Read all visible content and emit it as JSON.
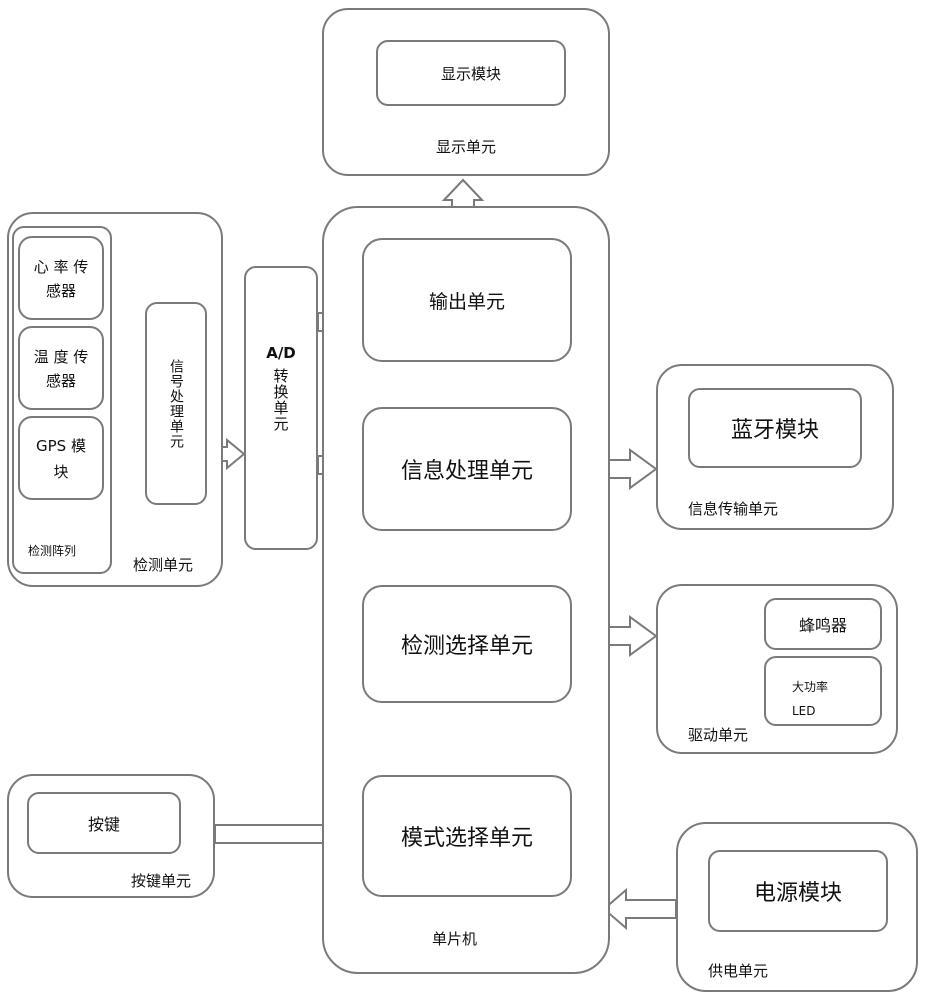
{
  "display_unit": {
    "module": "显示模块",
    "label": "显示单元"
  },
  "mcu": {
    "label": "单片机",
    "output": "输出单元",
    "info_processing": "信息处理单元",
    "detect_select": "检测选择单元",
    "mode_select": "模式选择单元"
  },
  "detect_unit": {
    "label": "检测单元",
    "array_label": "检测阵列",
    "heart_rate": "心 率 传 感器",
    "temperature": "温 度 传 感器",
    "gps": "GPS 模块",
    "signal_processing": "信号处理单元"
  },
  "ad_unit": {
    "line1": "A/D",
    "line2": "转换单元"
  },
  "info_transfer_unit": {
    "module": "蓝牙模块",
    "label": "信息传输单元"
  },
  "drive_unit": {
    "buzzer": "蜂鸣器",
    "led_line1": "大功率",
    "led_line2": "LED",
    "label": "驱动单元"
  },
  "key_unit": {
    "module": "按键",
    "label": "按键单元"
  },
  "power_unit": {
    "module": "电源模块",
    "label": "供电单元"
  }
}
